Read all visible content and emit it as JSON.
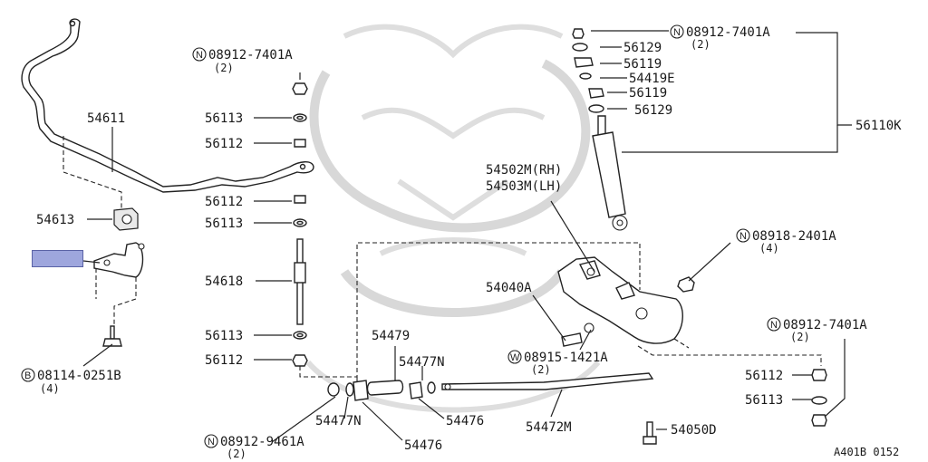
{
  "figure_code": "A401B 0152",
  "highlight_color": "#9ea6dd",
  "labels": {
    "n_08912_7401A_top_left": "08912-7401A",
    "qty_top_left": "(2)",
    "p56113_a": "56113",
    "p56112_a": "56112",
    "p54611": "54611",
    "p56112_b": "56112",
    "p56113_b": "56113",
    "p54613": "54613",
    "p54618": "54618",
    "p56113_c": "56113",
    "p56112_c": "56112",
    "b_08114_0251B": "08114-0251B",
    "qty_b": "(4)",
    "n_08912_7401A_top_right": "08912-7401A",
    "qty_top_right": "(2)",
    "p56129_a": "56129",
    "p56119_a": "56119",
    "p54419E": "54419E",
    "p56119_b": "56119",
    "p56129_b": "56129",
    "p56110K": "56110K",
    "p54502M": "54502M(RH)",
    "p54503M": "54503M(LH)",
    "n_08918_2401A": "08918-2401A",
    "qty_08918": "(4)",
    "p54040A": "54040A",
    "w_08915_1421A": "08915-1421A",
    "qty_w": "(2)",
    "n_08912_7401A_right": "08912-7401A",
    "qty_right": "(2)",
    "p56112_d": "56112",
    "p56113_d": "56113",
    "p54479": "54479",
    "p54477N_a": "54477N",
    "p54477N_b": "54477N",
    "p54476_a": "54476",
    "p54476_b": "54476",
    "p54472M": "54472M",
    "p54050D": "54050D",
    "n_08912_9461A": "08912-9461A",
    "qty_9461": "(2)"
  },
  "prefix_letters": {
    "nut": "N",
    "bolt": "B",
    "washer": "W"
  }
}
